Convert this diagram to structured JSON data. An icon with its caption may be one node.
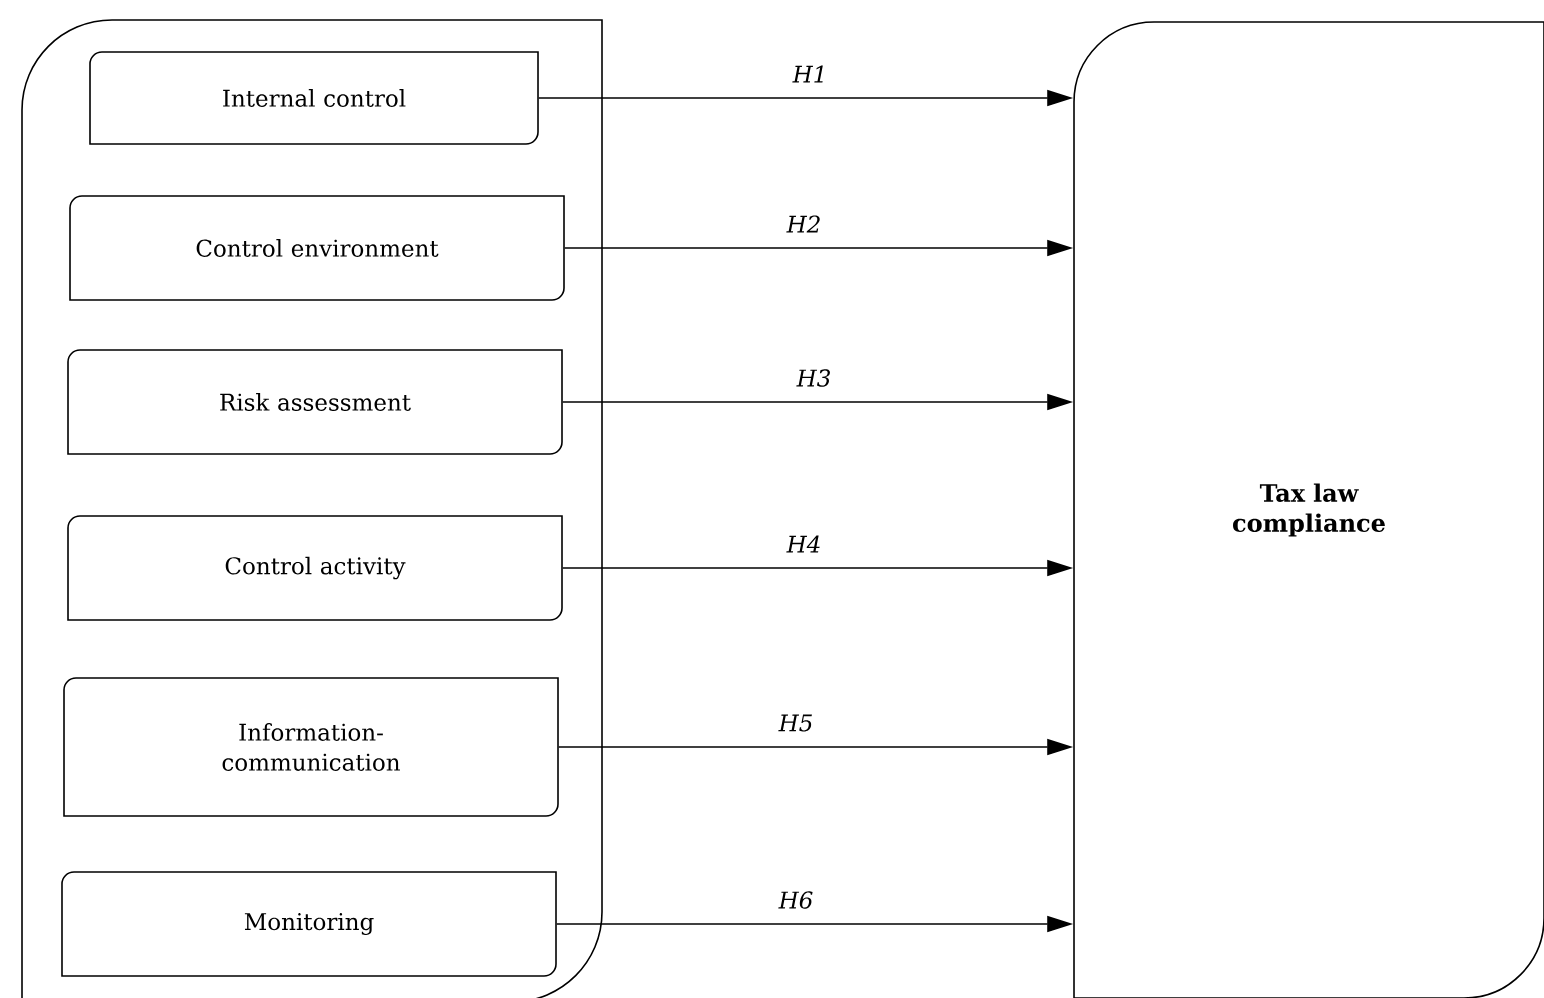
{
  "diagram": {
    "nodes": [
      {
        "text": [],
        "shape": "box"
      },
      {
        "text": [
          "Internal control"
        ],
        "in": 0
      },
      {
        "text": [
          "Control environment"
        ],
        "in": 0
      },
      {
        "text": [
          "Risk assessment"
        ],
        "in": 0
      },
      {
        "text": [
          "Control activity"
        ],
        "in": 0
      },
      {
        "text": [
          "Information-communication"
        ],
        "in": 0
      },
      {
        "text": [
          "Monitoring"
        ],
        "in": 0
      },
      {
        "text": [
          "Tax law compliance"
        ]
      }
    ],
    "edges": [
      {
        "from": 1,
        "to": 7,
        "arrow": "to",
        "label": "H1"
      },
      {
        "from": 2,
        "to": 7,
        "arrow": "to",
        "label": "H2"
      },
      {
        "from": 3,
        "to": 7,
        "arrow": "to",
        "label": "H3"
      },
      {
        "from": 4,
        "to": 7,
        "arrow": "to",
        "label": "H4"
      },
      {
        "from": 5,
        "to": 7,
        "arrow": "to",
        "label": "H5"
      },
      {
        "from": 6,
        "to": 7,
        "arrow": "to",
        "label": "H6"
      }
    ]
  }
}
